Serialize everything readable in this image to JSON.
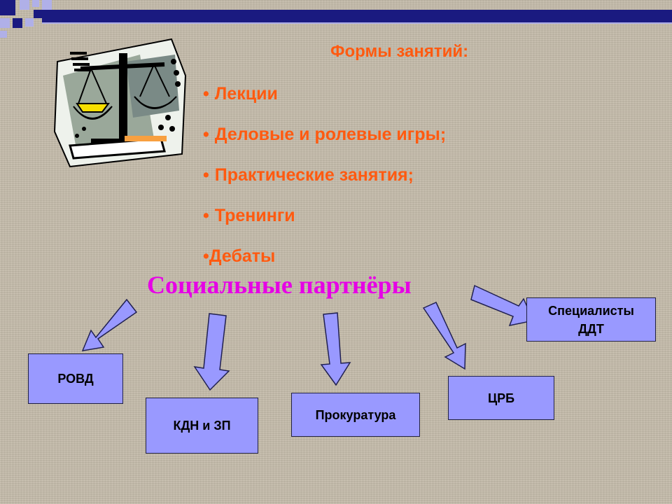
{
  "slide": {
    "heading": "Формы занятий:",
    "bullets": [
      {
        "marker": "•",
        "text": "Лекции"
      },
      {
        "marker": "•",
        "text": "Деловые и ролевые игры;"
      },
      {
        "marker": "•",
        "text": "Практические занятия;"
      },
      {
        "marker": "•",
        "text": "Тренинги"
      },
      {
        "marker": "•",
        "text": "Дебаты"
      }
    ],
    "partners_title": "Социальные партнёры",
    "partners": [
      {
        "id": "rovd",
        "label": "РОВД"
      },
      {
        "id": "kdn",
        "label": "КДН и ЗП"
      },
      {
        "id": "prokuratura",
        "label": "Прокуратура"
      },
      {
        "id": "crb",
        "label": "ЦРБ"
      },
      {
        "id": "ddt",
        "label_line1": "Специалисты",
        "label_line2": "ДДТ"
      }
    ],
    "colors": {
      "heading": "#ff5a10",
      "partners_title": "#e600e6",
      "box_fill": "#9999ff",
      "arrow_fill": "#9999ff",
      "corner_dark": "#1a1a80",
      "corner_light": "#b0b0e8"
    },
    "icons": [
      "scales-of-justice-icon"
    ]
  }
}
